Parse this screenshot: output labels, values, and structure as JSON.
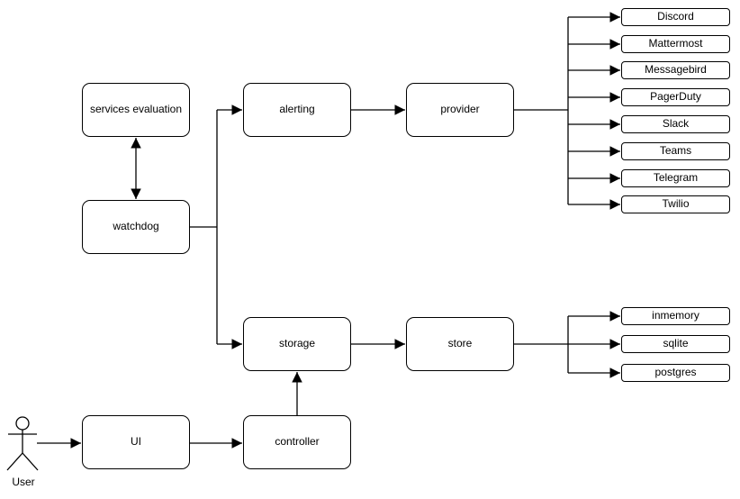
{
  "diagram": {
    "nodes": {
      "services_evaluation": "services evaluation",
      "watchdog": "watchdog",
      "alerting": "alerting",
      "provider": "provider",
      "storage": "storage",
      "store": "store",
      "ui": "UI",
      "controller": "controller"
    },
    "providers": [
      "Discord",
      "Mattermost",
      "Messagebird",
      "PagerDuty",
      "Slack",
      "Teams",
      "Telegram",
      "Twilio"
    ],
    "stores": [
      "inmemory",
      "sqlite",
      "postgres"
    ],
    "actor": {
      "label": "User"
    },
    "colors": {
      "stroke": "#000000",
      "node_fill": "#ffffff",
      "background": "#ffffff"
    }
  }
}
